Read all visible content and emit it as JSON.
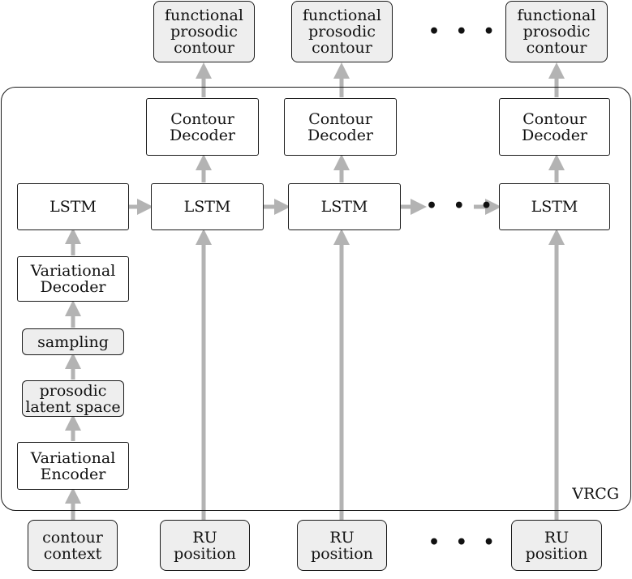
{
  "outputs": [
    {
      "label": "functional\nprosodic\ncontour"
    },
    {
      "label": "functional\nprosodic\ncontour"
    },
    {
      "label": "functional\nprosodic\ncontour"
    }
  ],
  "vrcg_label": "VRCG",
  "contour_decoders": [
    {
      "label": "Contour\nDecoder"
    },
    {
      "label": "Contour\nDecoder"
    },
    {
      "label": "Contour\nDecoder"
    }
  ],
  "lstm_cells": [
    {
      "label": "LSTM"
    },
    {
      "label": "LSTM"
    },
    {
      "label": "LSTM"
    },
    {
      "label": "LSTM"
    }
  ],
  "variational_decoder": "Variational\nDecoder",
  "sampling": "sampling",
  "latent_space": "prosodic\nlatent space",
  "variational_encoder": "Variational\nEncoder",
  "contour_context": "contour\ncontext",
  "ru_positions": [
    {
      "label": "RU\nposition"
    },
    {
      "label": "RU\nposition"
    },
    {
      "label": "RU\nposition"
    }
  ],
  "ellipsis": "• • •"
}
